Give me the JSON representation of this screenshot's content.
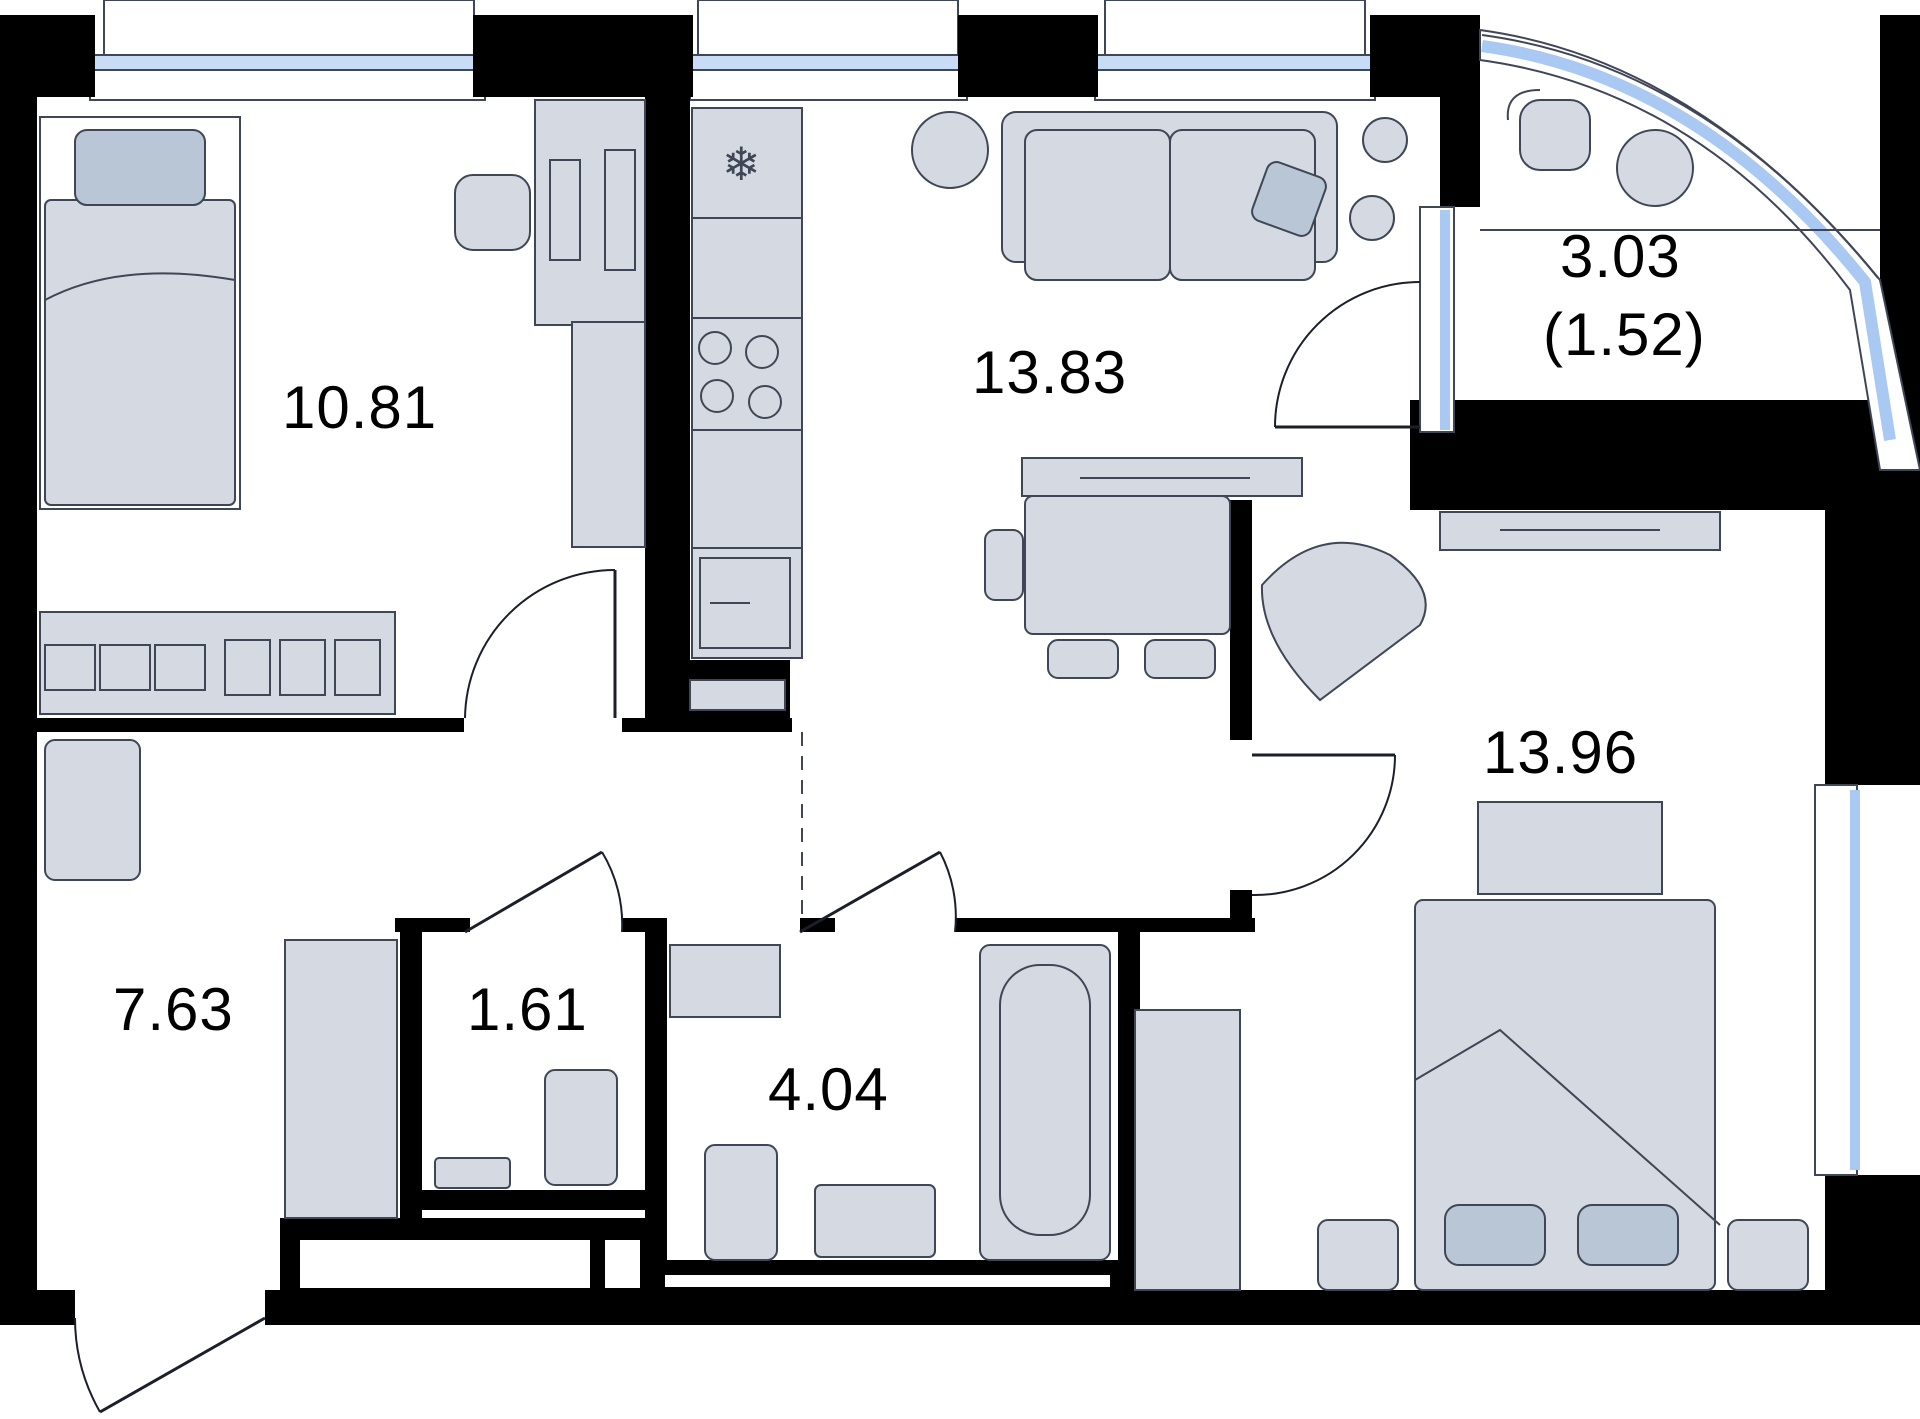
{
  "rooms": [
    {
      "id": "bedroom-1",
      "area": "10.81"
    },
    {
      "id": "living-kitchen",
      "area": "13.83"
    },
    {
      "id": "balcony",
      "area": "3.03",
      "reduced_area": "(1.52)"
    },
    {
      "id": "bedroom-2",
      "area": "13.96"
    },
    {
      "id": "hallway",
      "area": "7.63"
    },
    {
      "id": "toilet",
      "area": "1.61"
    },
    {
      "id": "bathroom",
      "area": "4.04"
    }
  ],
  "colors": {
    "wall": "#000000",
    "furniture": "#d5d9e1",
    "accent_blue": "#a9c8f2",
    "outline": "#3f4656"
  }
}
